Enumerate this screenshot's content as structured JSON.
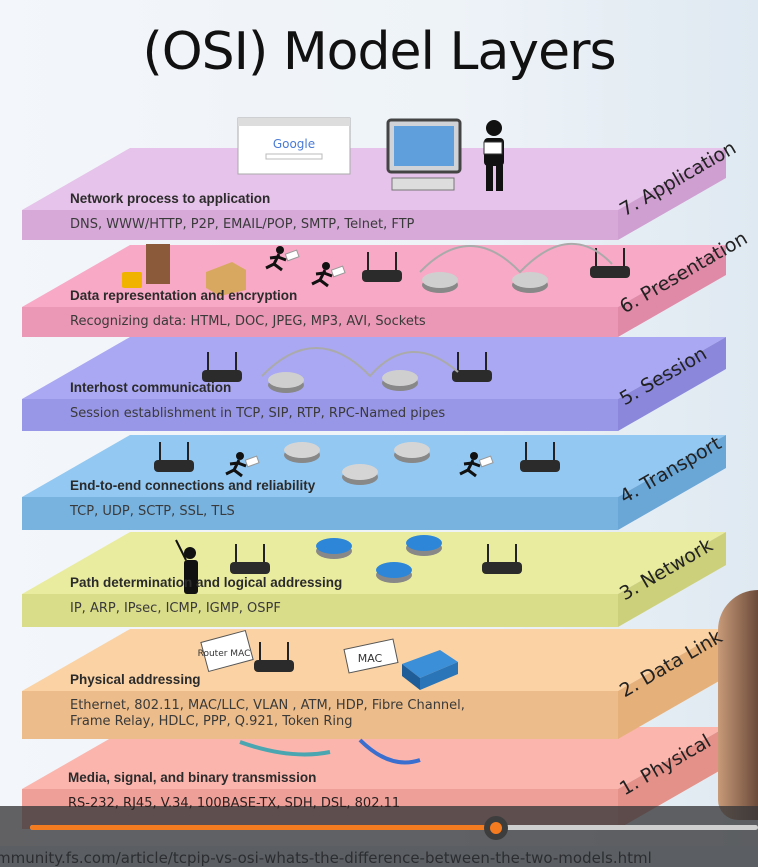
{
  "title": "(OSI) Model Layers",
  "layers": [
    {
      "name": "7. Application",
      "heading": "Network process to application",
      "lines": [
        "DNS, WWW/HTTP, P2P, EMAIL/POP, SMTP, Telnet, FTP"
      ],
      "color": "#e6c3ea",
      "side_color": "#cf9fd2",
      "front_color": "#d6a9d9"
    },
    {
      "name": "6. Presentation",
      "heading": "Data representation and encryption",
      "lines": [
        "Recognizing data: HTML, DOC, JPEG, MP3, AVI, Sockets"
      ],
      "color": "#f8a9c6",
      "side_color": "#e08aa8",
      "front_color": "#ea98b5"
    },
    {
      "name": "5. Session",
      "heading": "Interhost communication",
      "lines": [
        "Session establishment in TCP, SIP, RTP, RPC-Named pipes"
      ],
      "color": "#aaa8f2",
      "side_color": "#8b88db",
      "front_color": "#9896e6"
    },
    {
      "name": "4. Transport",
      "heading": "End-to-end connections and reliability",
      "lines": [
        "TCP, UDP, SCTP, SSL, TLS"
      ],
      "color": "#92c8f2",
      "side_color": "#6aa6d6",
      "front_color": "#78b2df"
    },
    {
      "name": "3. Network",
      "heading": "Path determination and logical addressing",
      "lines": [
        "IP, ARP, IPsec, ICMP, IGMP, OSPF"
      ],
      "color": "#e9ec9e",
      "side_color": "#cdd07a",
      "front_color": "#d9dc88"
    },
    {
      "name": "2. Data Link",
      "heading": "Physical addressing",
      "lines": [
        "Ethernet, 802.11, MAC/LLC, VLAN , ATM, HDP, Fibre Channel,",
        "Frame Relay, HDLC,  PPP, Q.921, Token Ring"
      ],
      "color": "#fbd2a3",
      "side_color": "#e6b07a",
      "front_color": "#ecbc8a"
    },
    {
      "name": "1. Physical",
      "heading": "Media, signal, and binary transmission",
      "lines": [
        "RS-232, RJ45, V.34, 100BASE-TX, SDH, DSL, 802.11"
      ],
      "color": "#fbb5ad",
      "side_color": "#e39189",
      "front_color": "#ee9f97"
    }
  ],
  "icons": {
    "browser_logo": "Google",
    "router_mac_label": "Router MAC",
    "mac_label": "MAC"
  },
  "player": {
    "progress": 0.64,
    "accent": "#f47b20"
  },
  "footer_url": "mmunity.fs.com/article/tcpip-vs-osi-whats-the-difference-between-the-two-models.html"
}
